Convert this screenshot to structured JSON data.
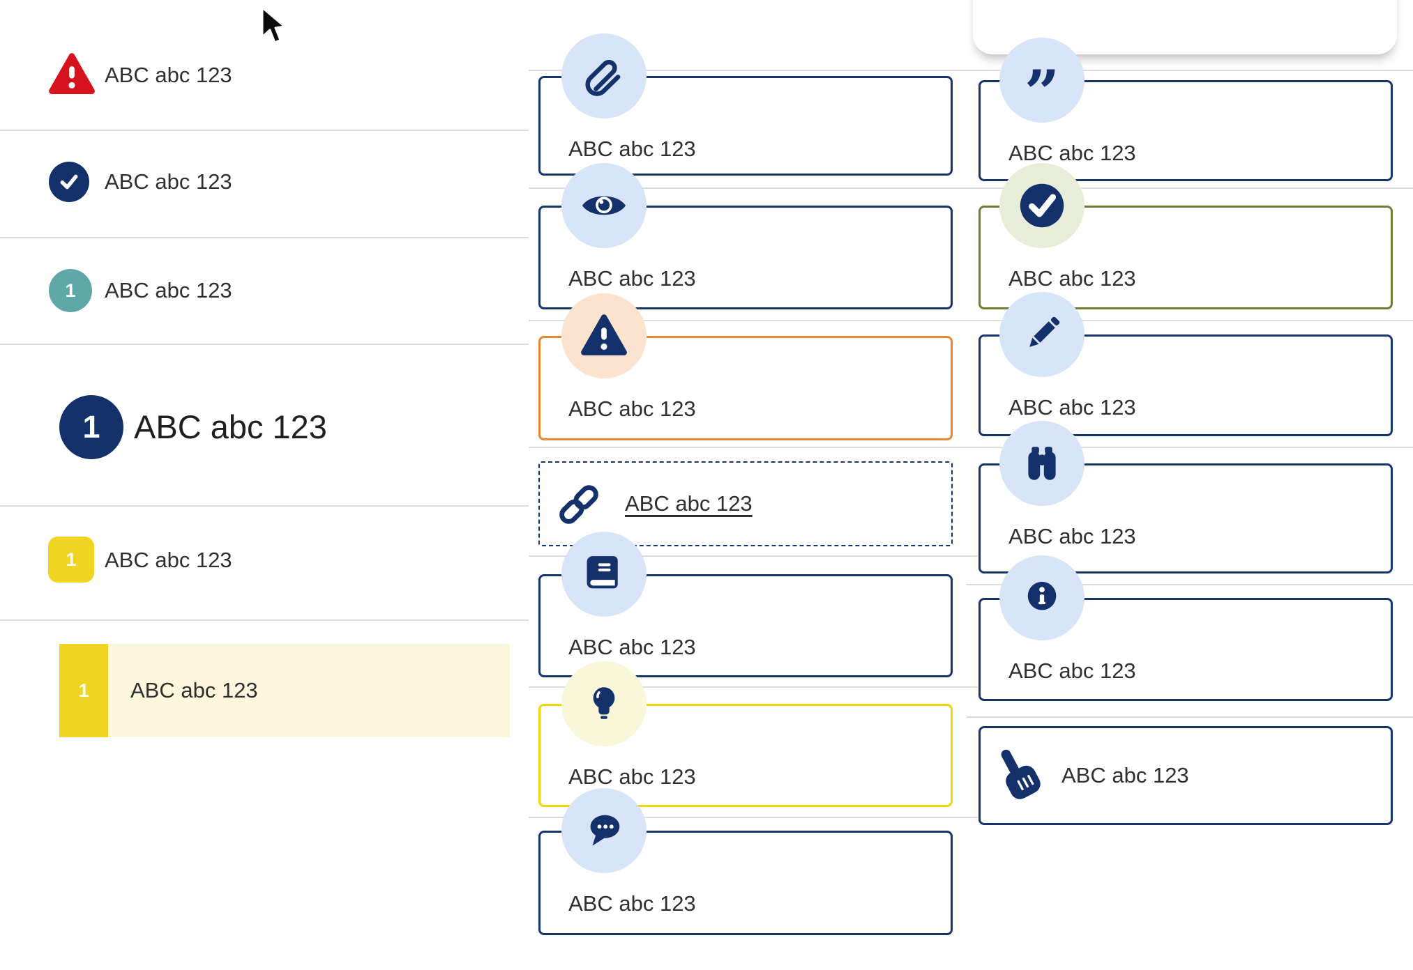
{
  "colors": {
    "navy": "#17356d",
    "icon_navy": "#14316b",
    "light_blue": "#d8e5f8",
    "divider": "#dcdcdc",
    "red": "#d6121c",
    "teal": "#5fa7a8",
    "yellow": "#f0d422",
    "pale_row": "#fbf6dc",
    "orange": "#e8872f",
    "peach": "#fbe3d0",
    "bulb_yellow": "#f2d40a",
    "pale_yellow": "#faf6da",
    "olive": "#6f7d33",
    "sage": "#e8edda",
    "text": "#2f2f2f"
  },
  "left_list": {
    "items": [
      {
        "icon": "alert-triangle-icon",
        "label": "ABC abc 123"
      },
      {
        "icon": "check-circle-icon",
        "label": "ABC abc 123"
      },
      {
        "icon": "number-badge-teal",
        "badge": "1",
        "label": "ABC abc 123"
      },
      {
        "icon": "number-badge-large-navy",
        "badge": "1",
        "label": "ABC abc 123",
        "emphasis": "large"
      },
      {
        "icon": "number-badge-yellow",
        "badge": "1",
        "label": "ABC abc 123"
      },
      {
        "icon": "number-badge-yellow",
        "badge": "1",
        "label": "ABC abc 123",
        "state": "highlighted"
      }
    ]
  },
  "middle_callouts": [
    {
      "icon": "paperclip-icon",
      "label": "ABC abc 123",
      "variant": "navy"
    },
    {
      "icon": "eye-icon",
      "label": "ABC abc 123",
      "variant": "navy"
    },
    {
      "icon": "alert-triangle-icon",
      "label": "ABC abc 123",
      "variant": "orange"
    },
    {
      "icon": "link-icon",
      "label": "ABC abc 123",
      "variant": "dashed-link"
    },
    {
      "icon": "book-icon",
      "label": "ABC abc 123",
      "variant": "navy"
    },
    {
      "icon": "lightbulb-icon",
      "label": "ABC abc 123",
      "variant": "yellow"
    },
    {
      "icon": "chat-bubble-icon",
      "label": "ABC abc 123",
      "variant": "navy"
    }
  ],
  "right_callouts": [
    {
      "icon": "quote-icon",
      "label": "ABC abc 123",
      "variant": "navy"
    },
    {
      "icon": "check-circle-icon",
      "label": "ABC abc 123",
      "variant": "olive-green"
    },
    {
      "icon": "pencil-icon",
      "label": "ABC abc 123",
      "variant": "navy"
    },
    {
      "icon": "binoculars-icon",
      "label": "ABC abc 123",
      "variant": "navy"
    },
    {
      "icon": "info-icon",
      "label": "ABC abc 123",
      "variant": "navy"
    },
    {
      "icon": "hand-pointer-icon",
      "label": "ABC abc 123",
      "variant": "navy-inline"
    }
  ],
  "decorations": {
    "top_right_edge": "scroll-container-edge",
    "cursor": "arrow-cursor-icon"
  }
}
